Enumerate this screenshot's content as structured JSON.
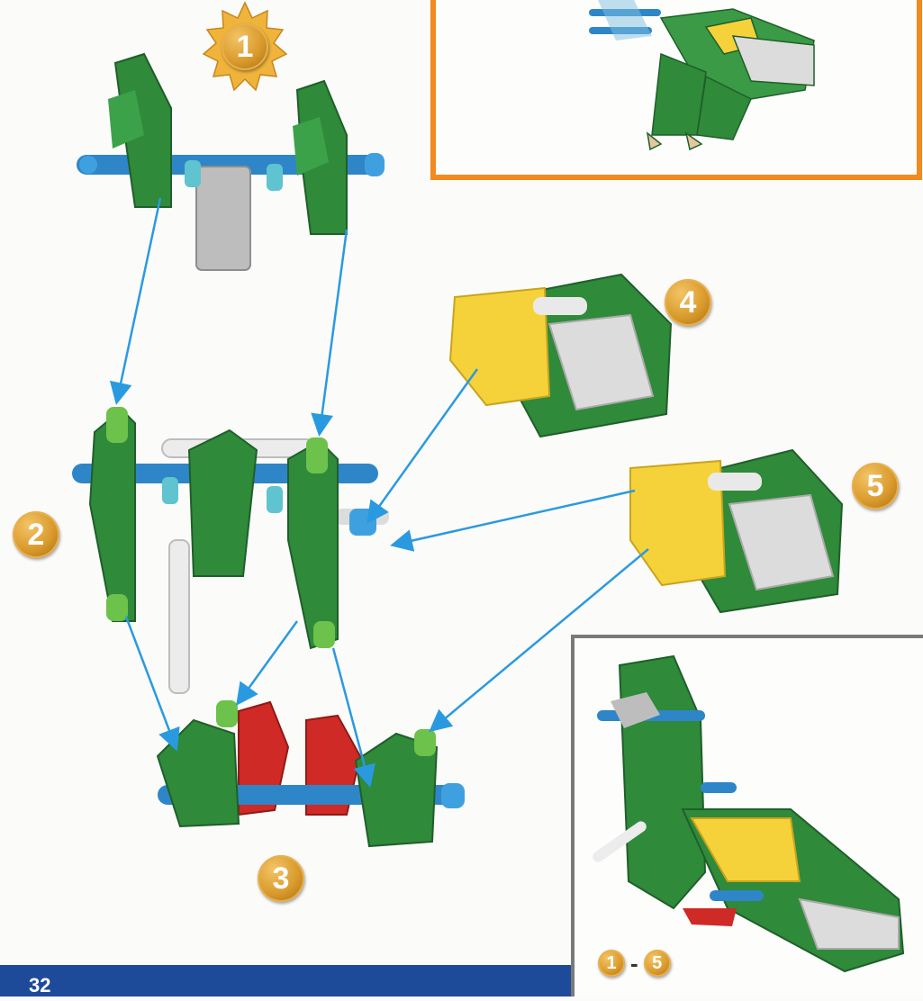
{
  "steps": [
    {
      "number": "1"
    },
    {
      "number": "2"
    },
    {
      "number": "3"
    },
    {
      "number": "4"
    },
    {
      "number": "5"
    }
  ],
  "step_range": {
    "from": "1",
    "separator": "-",
    "to": "5"
  },
  "footer": {
    "page_number": "32"
  },
  "colors": {
    "accent_orange": "#f28a1e",
    "inset_border": "#7a7a7a",
    "footer_blue": "#1e4a9a",
    "piece_green": "#2f8a3a",
    "piece_light_green": "#6cc24a",
    "rod_blue": "#2e86c8",
    "piece_grey": "#bdbdbd",
    "piece_white": "#e9e9e9",
    "piece_yellow": "#f6d23a",
    "piece_red": "#cf2a26",
    "arrow_blue": "#2a9ae0",
    "badge_gold": "#d99a2b"
  },
  "icons": [
    "sun-badge-icon",
    "snowflake-connector-icon",
    "k-nex-piece-icon"
  ]
}
